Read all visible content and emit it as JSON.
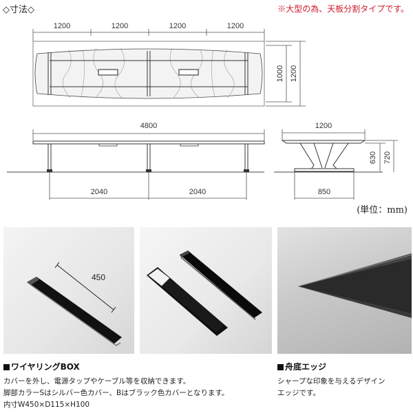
{
  "header": {
    "title": "◇寸法◇",
    "note": "※大型の為、天板分割タイプです。"
  },
  "plan_view": {
    "segment_widths": [
      "1200",
      "1200",
      "1200",
      "1200"
    ],
    "depth_labels": [
      "1000",
      "1200"
    ]
  },
  "side_view": {
    "total_width": "4800",
    "leg_spacings": [
      "2040",
      "2040"
    ]
  },
  "end_view": {
    "width": "1200",
    "base_width": "850",
    "heights": [
      "630",
      "720"
    ]
  },
  "unit": "(単位：mm)",
  "wiring_box": {
    "dimension_label": "450",
    "title": "ワイヤリングBOX",
    "lines": [
      "カバーを外し、電源タップやケーブル等を収納できます。",
      "脚部カラーSはシルバー色カバー、Bはブラック色カバーとなります。",
      "内寸W450×D115×H100"
    ]
  },
  "edge": {
    "title": "舟底エッジ",
    "lines": [
      "シャープな印象を与えるデザイン",
      "エッジです。"
    ]
  }
}
